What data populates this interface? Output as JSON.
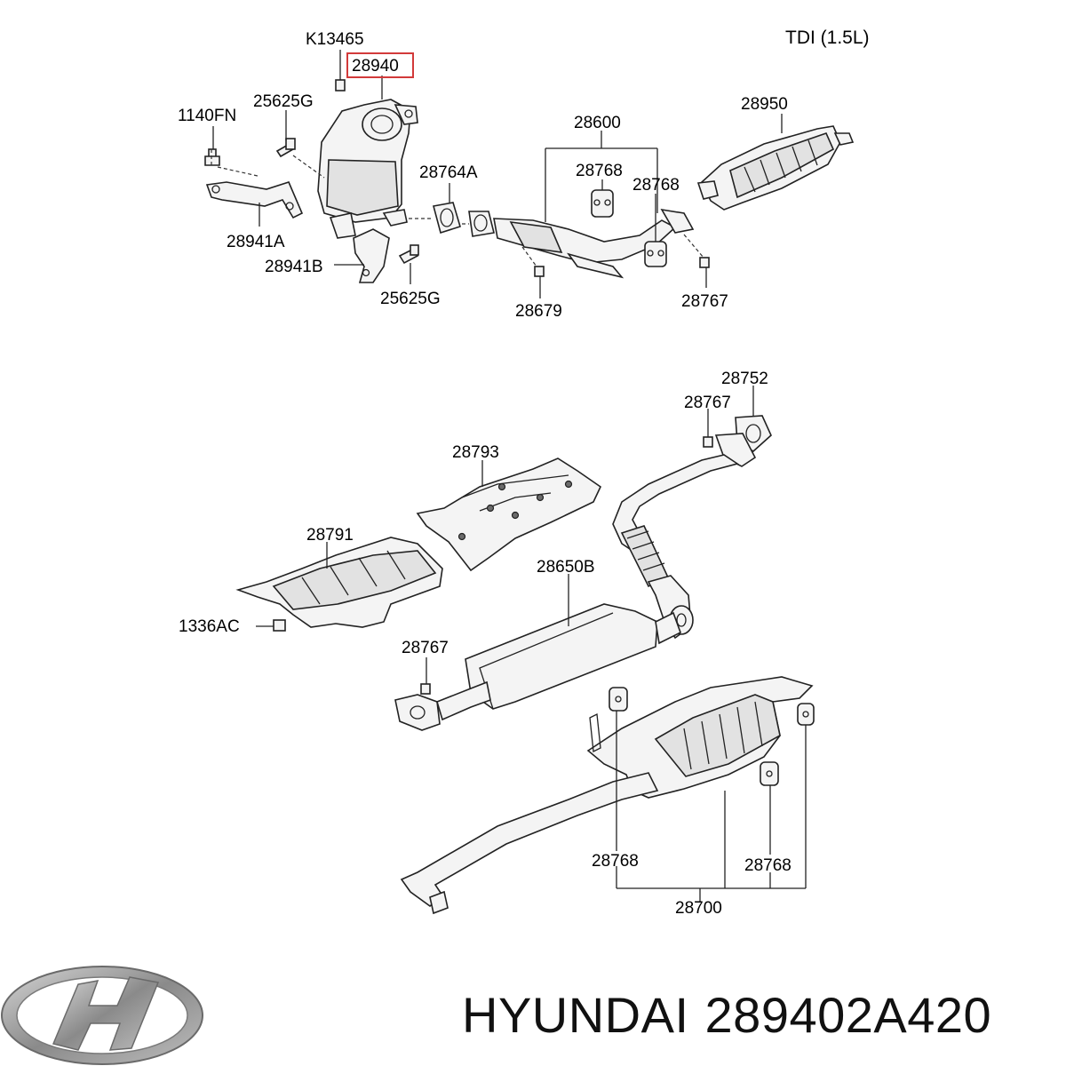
{
  "engine_label": "TDI (1.5L)",
  "brand": "HYUNDAI",
  "part_number": "289402A420",
  "colors": {
    "highlight": "#d23a3a",
    "line": "#222222",
    "logo": "#8a8a8a"
  },
  "callouts": {
    "k13465": "K13465",
    "p28940": "28940",
    "p1140fn": "1140FN",
    "p25625g_top": "25625G",
    "p28600": "28600",
    "p28950": "28950",
    "p28764a": "28764A",
    "p28768_a": "28768",
    "p28768_b": "28768",
    "p28941a": "28941A",
    "p28941b": "28941B",
    "p25625g_bottom": "25625G",
    "p28679": "28679",
    "p28767_top": "28767",
    "p28752": "28752",
    "p28767_mid": "28767",
    "p28793": "28793",
    "p28791": "28791",
    "p28650b": "28650B",
    "p1336ac": "1336AC",
    "p28767_low": "28767",
    "p28768_c": "28768",
    "p28768_d": "28768",
    "p28700": "28700"
  },
  "logo_icon": "hyundai-logo-icon"
}
